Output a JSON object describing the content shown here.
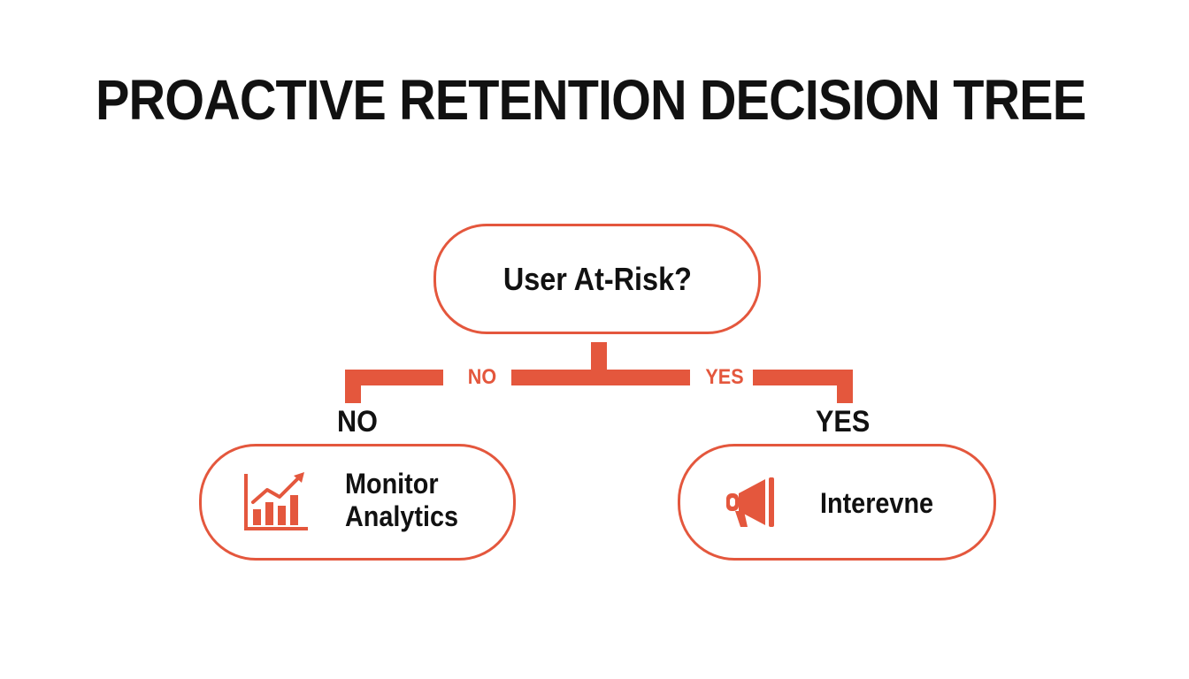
{
  "title": "PROACTIVE RETENTION DECISION TREE",
  "colors": {
    "accent": "#e4573d",
    "text": "#111111",
    "background": "#ffffff"
  },
  "root": {
    "label": "User At-Risk?"
  },
  "branches": {
    "no": {
      "inline_label": "NO",
      "label": "NO",
      "node_lines": [
        "Monitor",
        "Analytics"
      ],
      "icon": "bar-chart-trend-icon"
    },
    "yes": {
      "inline_label": "YES",
      "label": "YES",
      "node_text": "Interevne",
      "icon": "megaphone-icon"
    }
  }
}
